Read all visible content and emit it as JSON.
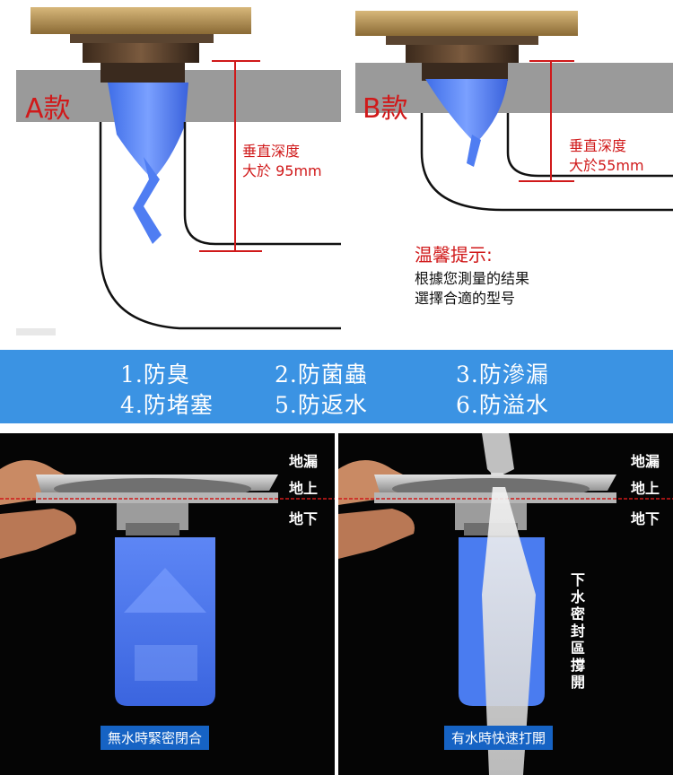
{
  "top": {
    "a_label": "A款",
    "a_depth_line1": "垂直深度",
    "a_depth_line2": "大於 95mm",
    "b_label": "B款",
    "b_depth_line1": "垂直深度",
    "b_depth_line2": "大於55mm",
    "tip_title": "温馨提示:",
    "tip_line1": "根據您測量的结果",
    "tip_line2": "選擇合適的型号"
  },
  "features": [
    "1.防臭",
    "2.防菌蟲",
    "3.防滲漏",
    "4.防堵塞",
    "5.防返水",
    "6.防溢水"
  ],
  "left_panel": {
    "label_leak": "地漏",
    "label_above": "地上",
    "label_below": "地下",
    "caption": "無水時緊密閉合"
  },
  "right_panel": {
    "label_leak": "地漏",
    "label_above": "地上",
    "label_below": "地下",
    "side_text": "下水密封區撐開",
    "caption": "有水時快速打開"
  },
  "colors": {
    "accent_red": "#d0191a",
    "band_blue": "#3b93e3",
    "caption_blue": "#1663c4",
    "seal_blue": "#4a7cf0"
  }
}
